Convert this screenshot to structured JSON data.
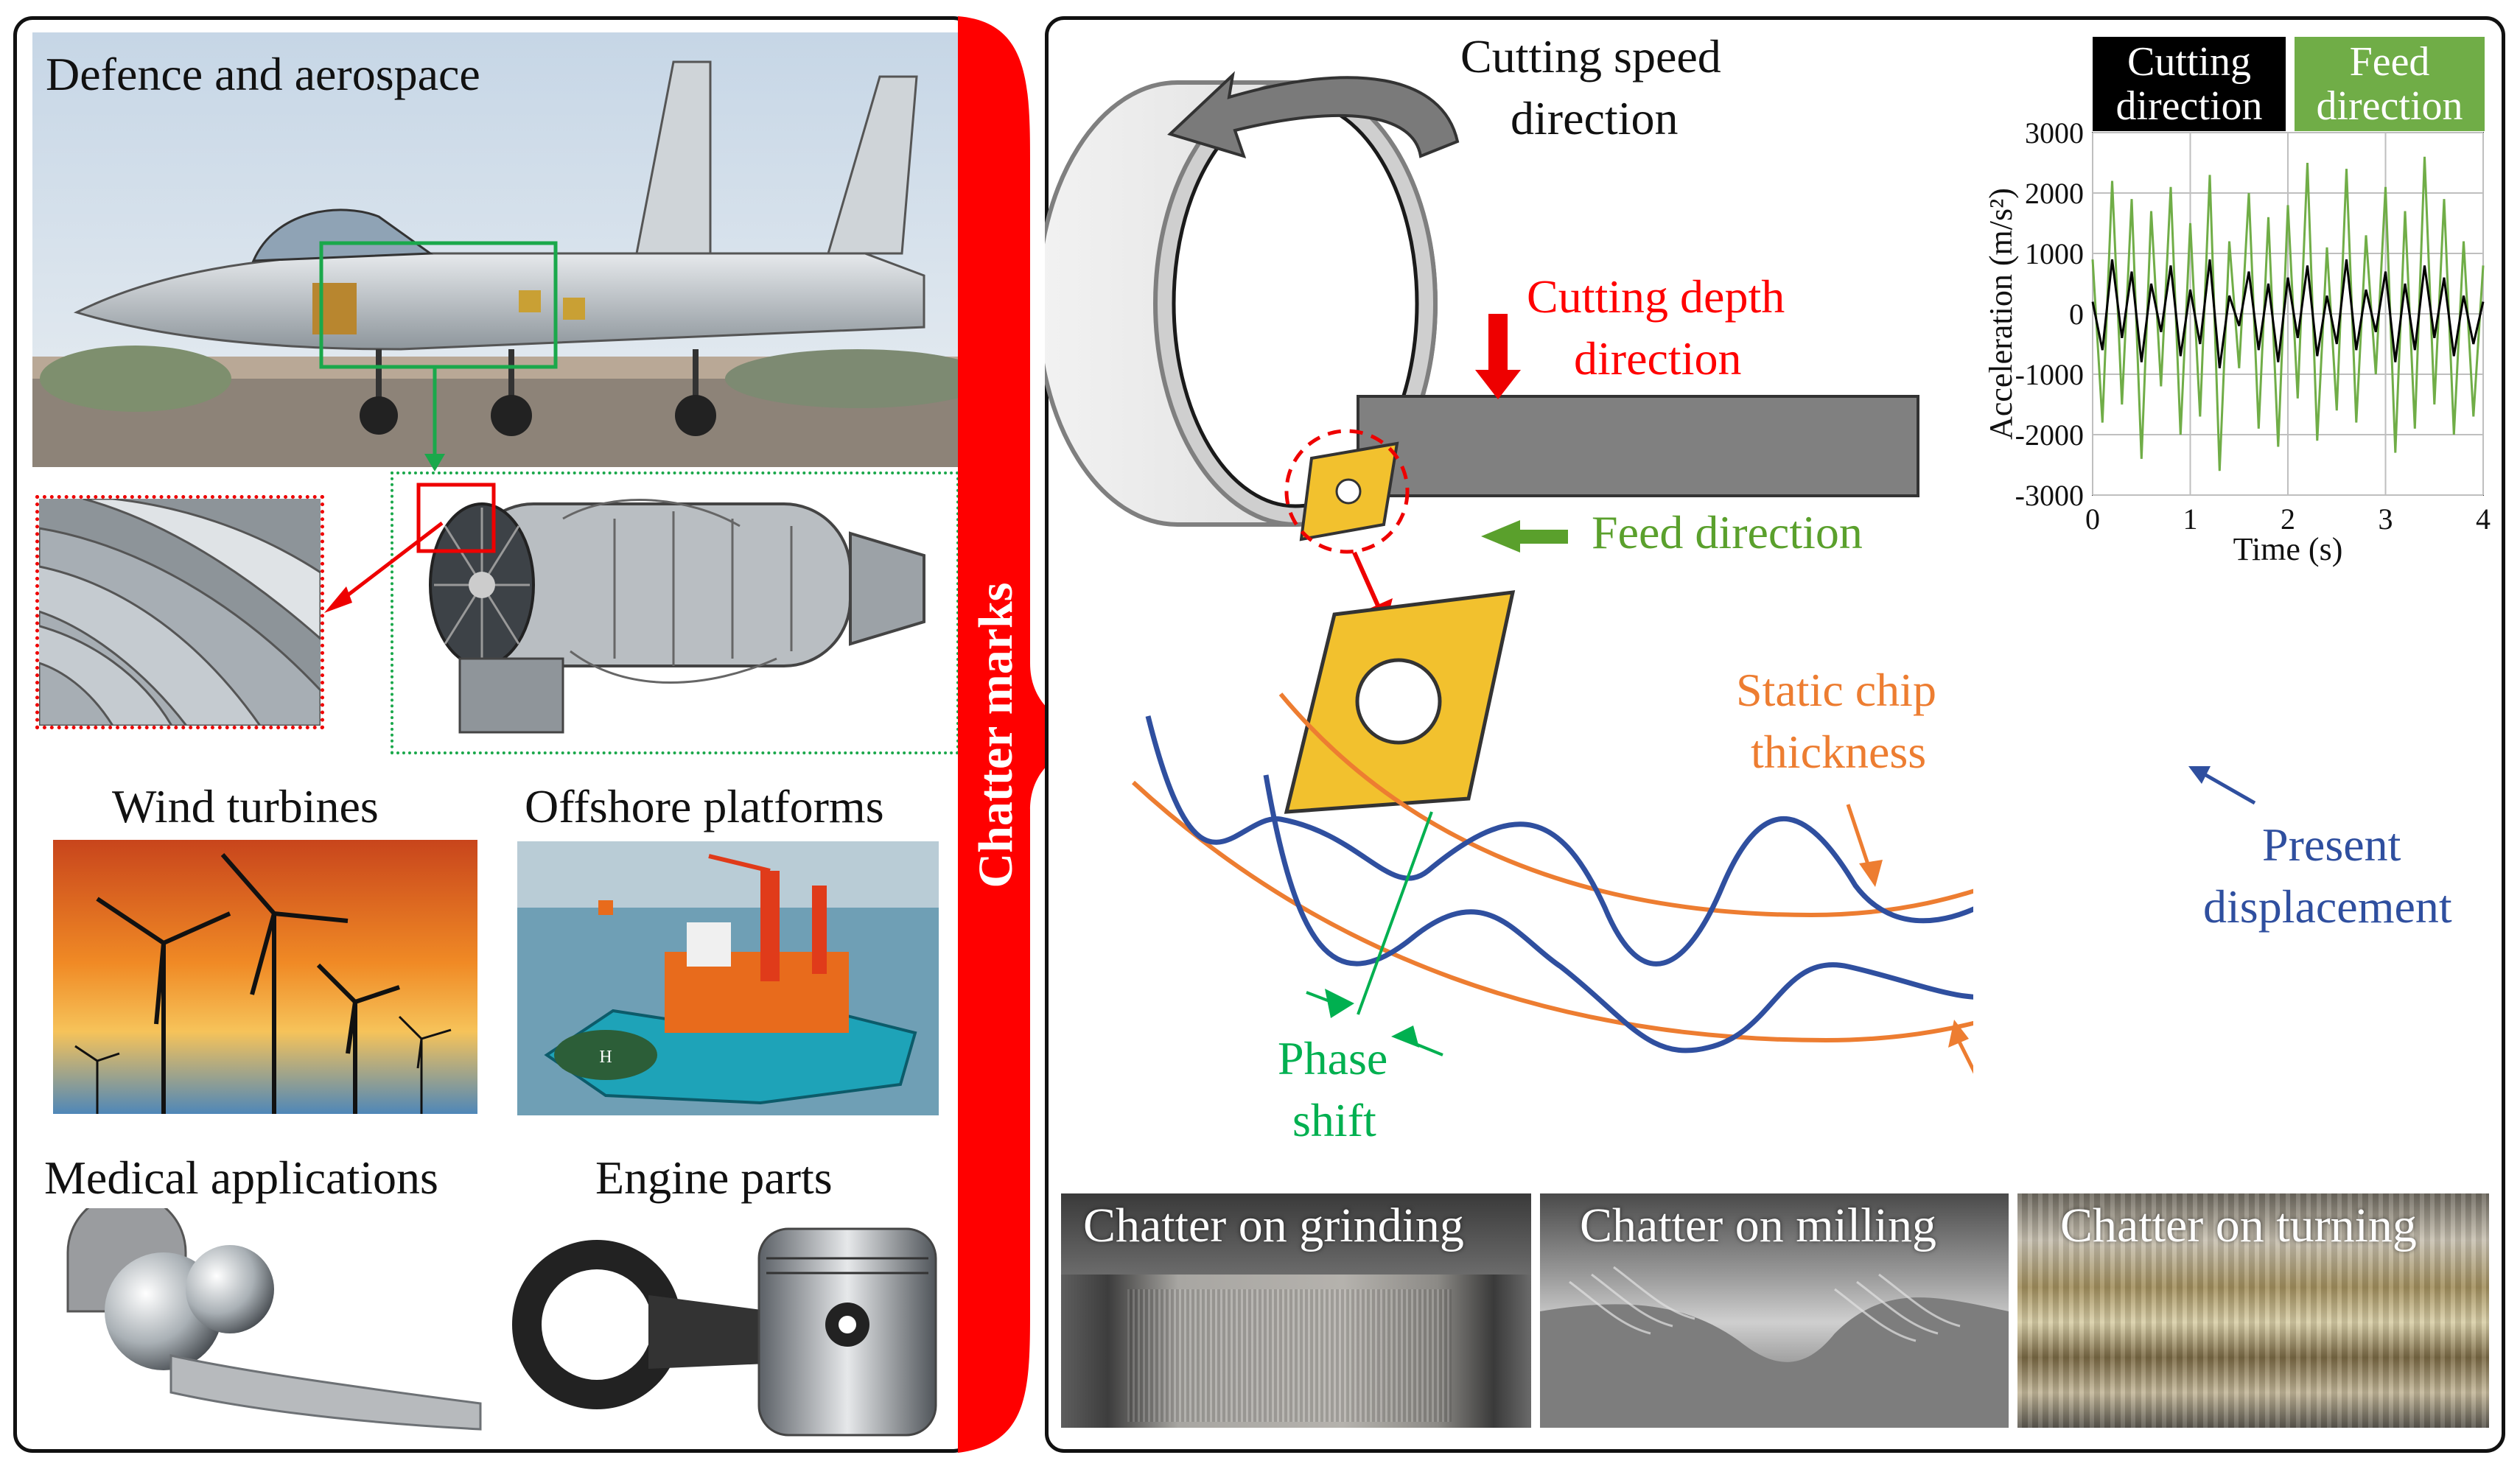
{
  "left_panel": {
    "defence_label": "Defence and aerospace",
    "wind_label": "Wind turbines",
    "offshore_label": "Offshore platforms",
    "medical_label": "Medical applications",
    "engine_parts_label": "Engine parts"
  },
  "divider": {
    "chatter_marks_label": "Chatter marks"
  },
  "right_panel": {
    "cutting_speed_line1": "Cutting speed",
    "cutting_speed_line2": "direction",
    "cutting_depth_line1": "Cutting depth",
    "cutting_depth_line2": "direction",
    "feed_direction": "Feed direction",
    "static_chip_line1": "Static chip",
    "static_chip_line2": "thickness",
    "present_disp_line1": "Present",
    "present_disp_line2": "displacement",
    "phase_shift_line1": "Phase",
    "phase_shift_line2": "shift",
    "grinding_caption": "Chatter on grinding",
    "milling_caption": "Chatter on milling",
    "turning_caption": "Chatter on turning"
  },
  "chart_data": {
    "type": "line",
    "title": "",
    "xlabel": "Time (s)",
    "ylabel": "Acceleration (m/s²)",
    "xlim": [
      0,
      4
    ],
    "ylim": [
      -3000,
      3000
    ],
    "xticks": [
      "0",
      "1",
      "2",
      "3",
      "4"
    ],
    "yticks": [
      "3000",
      "2000",
      "1000",
      "0",
      "-1000",
      "-2000",
      "-3000"
    ],
    "grid": true,
    "legend_placement": "top",
    "series": [
      {
        "name": "Cutting direction",
        "color": "#000000",
        "x": [
          0,
          0.1,
          0.2,
          0.3,
          0.4,
          0.5,
          0.6,
          0.7,
          0.8,
          0.9,
          1.0,
          1.1,
          1.2,
          1.3,
          1.4,
          1.5,
          1.6,
          1.7,
          1.8,
          1.9,
          2.0,
          2.1,
          2.2,
          2.3,
          2.4,
          2.5,
          2.6,
          2.7,
          2.8,
          2.9,
          3.0,
          3.1,
          3.2,
          3.3,
          3.4,
          3.5,
          3.6,
          3.7,
          3.8,
          3.9,
          4.0
        ],
        "values": [
          200,
          -600,
          900,
          -400,
          700,
          -800,
          500,
          -300,
          800,
          -700,
          400,
          -500,
          900,
          -900,
          300,
          -200,
          700,
          -600,
          500,
          -800,
          600,
          -400,
          800,
          -700,
          300,
          -500,
          900,
          -600,
          400,
          -300,
          700,
          -800,
          500,
          -600,
          800,
          -400,
          600,
          -700,
          300,
          -500,
          200
        ]
      },
      {
        "name": "Feed direction",
        "color": "#70ad47",
        "x": [
          0,
          0.1,
          0.2,
          0.3,
          0.4,
          0.5,
          0.6,
          0.7,
          0.8,
          0.9,
          1.0,
          1.1,
          1.2,
          1.3,
          1.4,
          1.5,
          1.6,
          1.7,
          1.8,
          1.9,
          2.0,
          2.1,
          2.2,
          2.3,
          2.4,
          2.5,
          2.6,
          2.7,
          2.8,
          2.9,
          3.0,
          3.1,
          3.2,
          3.3,
          3.4,
          3.5,
          3.6,
          3.7,
          3.8,
          3.9,
          4.0
        ],
        "values": [
          900,
          -1800,
          2200,
          -1500,
          1900,
          -2400,
          1700,
          -1200,
          2100,
          -2000,
          1500,
          -1700,
          2300,
          -2600,
          1200,
          -900,
          2000,
          -1900,
          1600,
          -2200,
          1800,
          -1400,
          2500,
          -2100,
          1100,
          -1600,
          2400,
          -1800,
          1300,
          -1000,
          2100,
          -2300,
          1700,
          -1900,
          2600,
          -1500,
          1900,
          -2000,
          1200,
          -1700,
          800
        ]
      }
    ]
  },
  "colors": {
    "chatter_red": "#ff0000",
    "feed_green": "#70ad47",
    "phase_green": "#00b050",
    "orange": "#ed7d31",
    "blue": "#2f4f9f",
    "insert_yellow": "#f2c12e",
    "workpiece_gray": "#808080"
  }
}
